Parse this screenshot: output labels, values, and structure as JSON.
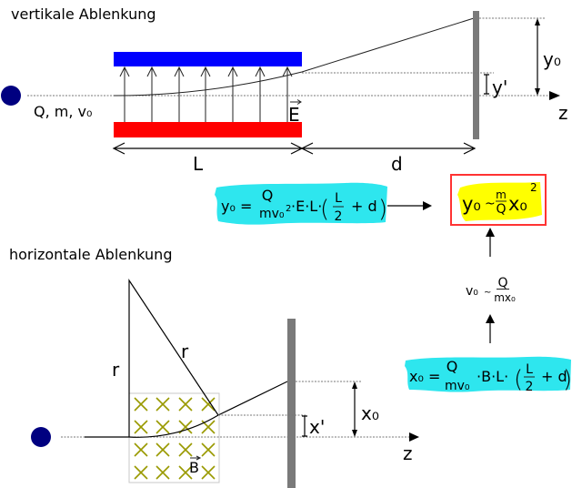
{
  "vertical_section": {
    "title": "vertikale Ablenkung",
    "particle_label": "Q, m, v₀",
    "field_label": "E",
    "length_label": "L",
    "distance_label": "d",
    "inner_deflection_label": "y'",
    "total_deflection_label": "y₀",
    "axis_label": "z"
  },
  "horizontal_section": {
    "title": "horizontale Ablenkung",
    "radius_label_left": "r",
    "radius_label_right": "r",
    "field_label": "B",
    "inner_deflection_label": "x'",
    "total_deflection_label": "x₀",
    "axis_label": "z"
  },
  "formulas": {
    "y0": {
      "lhs": "y₀ =",
      "numerator": "Q",
      "denominator": "mv₀",
      "denominator_power": "2",
      "factors": "·E·L·",
      "paren_open": "(",
      "inner_numerator": "L",
      "inner_denominator": "2",
      "inner_tail": "+ d",
      "paren_close": ")"
    },
    "result": {
      "lhs": "y₀",
      "relation": "~",
      "numerator": "m",
      "denominator": "Q",
      "variable": "x₀",
      "power": "2"
    },
    "v0": {
      "lhs": "v₀",
      "relation": "~",
      "numerator": "Q",
      "denominator": "mx₀"
    },
    "x0": {
      "lhs": "x₀ =",
      "numerator": "Q",
      "denominator": "mv₀",
      "factors": "·B·L·",
      "paren_open": "(",
      "inner_numerator": "L",
      "inner_denominator": "2",
      "inner_tail": "+ d",
      "paren_close": ")"
    }
  },
  "colors": {
    "positive_plate": "#0000ff",
    "negative_plate": "#ff0000",
    "particle": "#000080",
    "screen": "#7a7a7a",
    "highlight_cyan": "#2ee6ee",
    "highlight_yellow": "#ffff00",
    "result_border": "#ff3333",
    "magnetic_field_marks": "#999900"
  }
}
